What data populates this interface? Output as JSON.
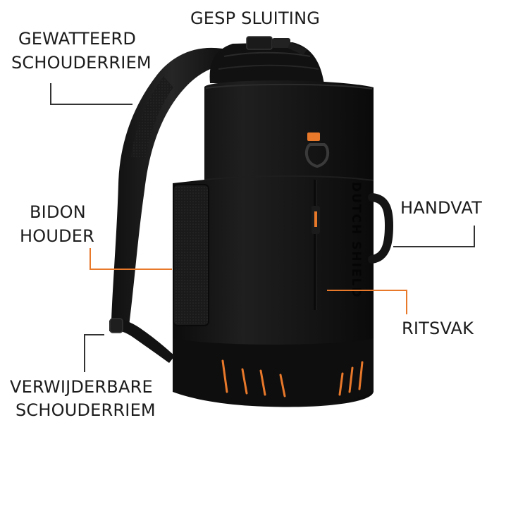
{
  "labels": {
    "buckle": "GESP SLUITING",
    "padded_strap_line1": "GEWATTEERD",
    "padded_strap_line2": "SCHOUDERRIEM",
    "bottle_holder_line1": "BIDON",
    "bottle_holder_line2": "HOUDER",
    "handle": "HANDVAT",
    "zip_pocket": "RITSVAK",
    "removable_strap_line1": "VERWIJDERBARE",
    "removable_strap_line2": "SCHOUDERRIEM"
  },
  "brand": "DUTCH SHIELD",
  "colors": {
    "bag": "#151515",
    "accent_orange": "#e8782a",
    "leader_dark": "#333333",
    "text": "#1c1c1c"
  }
}
